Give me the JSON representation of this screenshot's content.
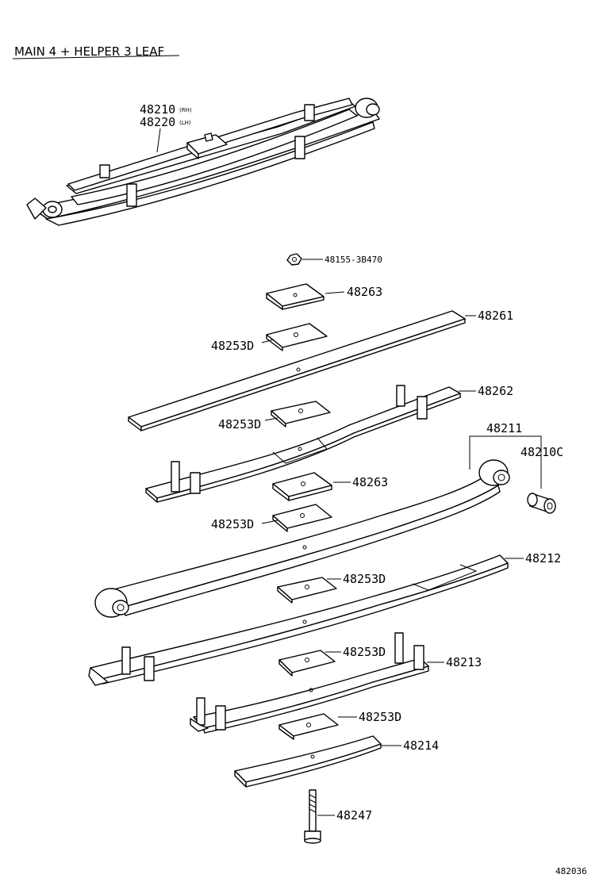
{
  "title": "MAIN 4 + HELPER 3 LEAF",
  "assembly": {
    "part_rh": "48210",
    "part_rh_note": "(RH)",
    "part_lh": "48220",
    "part_lh_note": "(LH)"
  },
  "parts": {
    "nut": "48155-3B470",
    "pad_top": "48263",
    "spacer_1": "48253D",
    "helper_leaf_1": "48261",
    "spacer_2": "48253D",
    "helper_leaf_2": "48262",
    "main_leaf_1": "48211",
    "bushing": "48210C",
    "pad_mid": "48263",
    "spacer_3": "48253D",
    "spacer_4": "48253D",
    "main_leaf_2": "48212",
    "spacer_5": "48253D",
    "main_leaf_3": "48213",
    "spacer_6": "48253D",
    "main_leaf_4": "48214",
    "center_bolt": "48247"
  },
  "diagram_id": "482036"
}
